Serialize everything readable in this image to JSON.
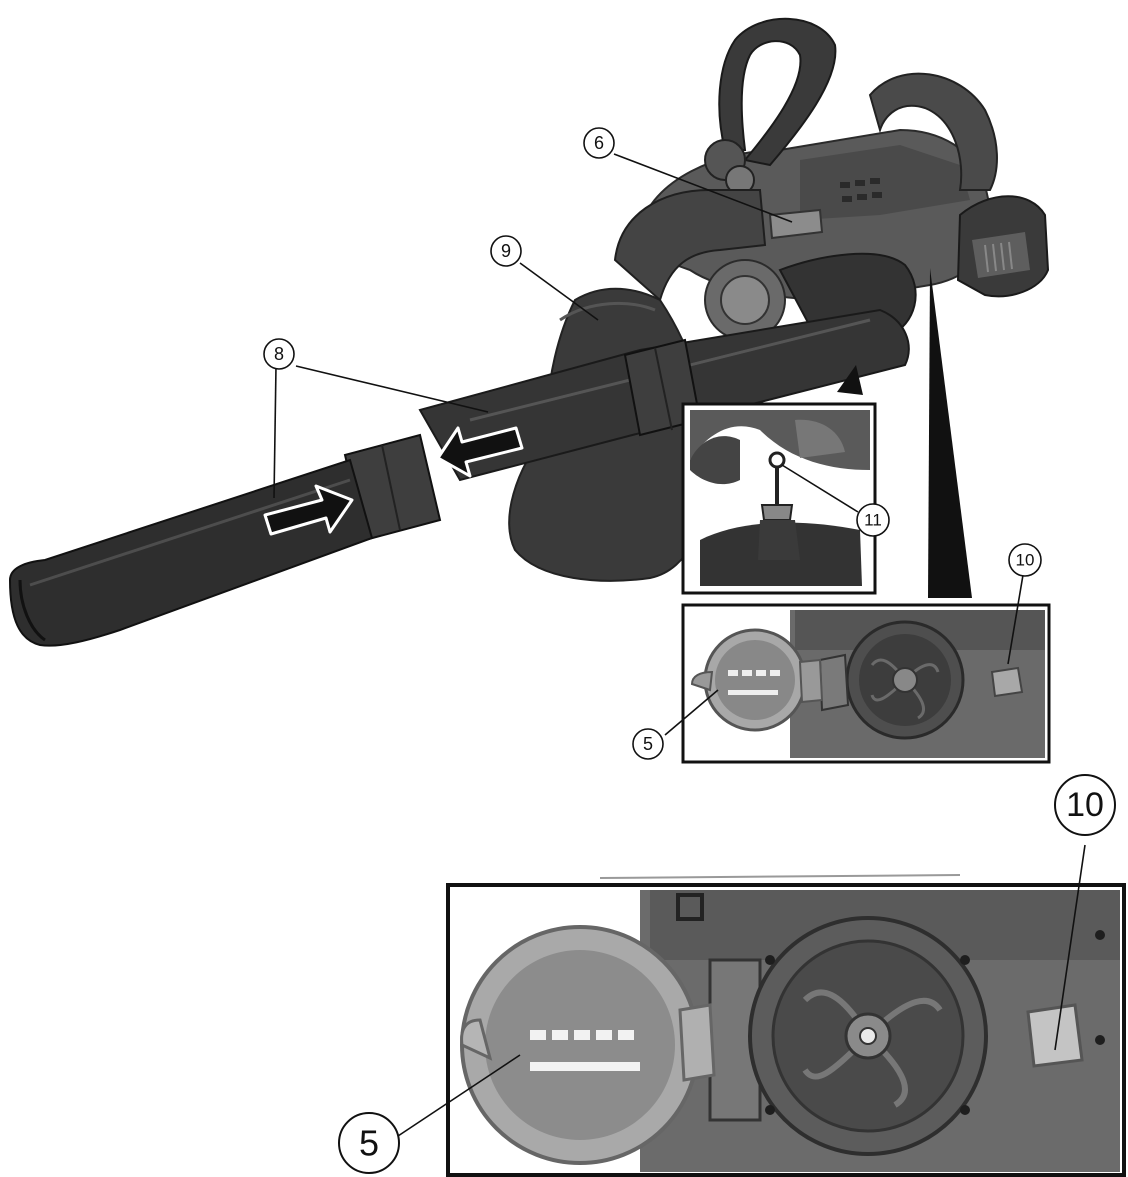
{
  "colors": {
    "background": "#ffffff",
    "ink": "#111111",
    "tube_dark": "#2b2b2b",
    "tube_mid": "#3d3d3d",
    "body_grey": "#5a5a5a",
    "light_grey": "#9a9a9a",
    "filter_grey": "#a8a8a8",
    "arrow_fill": "#111111"
  },
  "callouts": {
    "c5_small": "5",
    "c6": "6",
    "c8": "8",
    "c9": "9",
    "c10_small": "10",
    "c11": "11",
    "c10_large": "10",
    "c5_large": "5"
  },
  "icons": [
    "push-arrow-icon",
    "push-arrow-icon"
  ]
}
